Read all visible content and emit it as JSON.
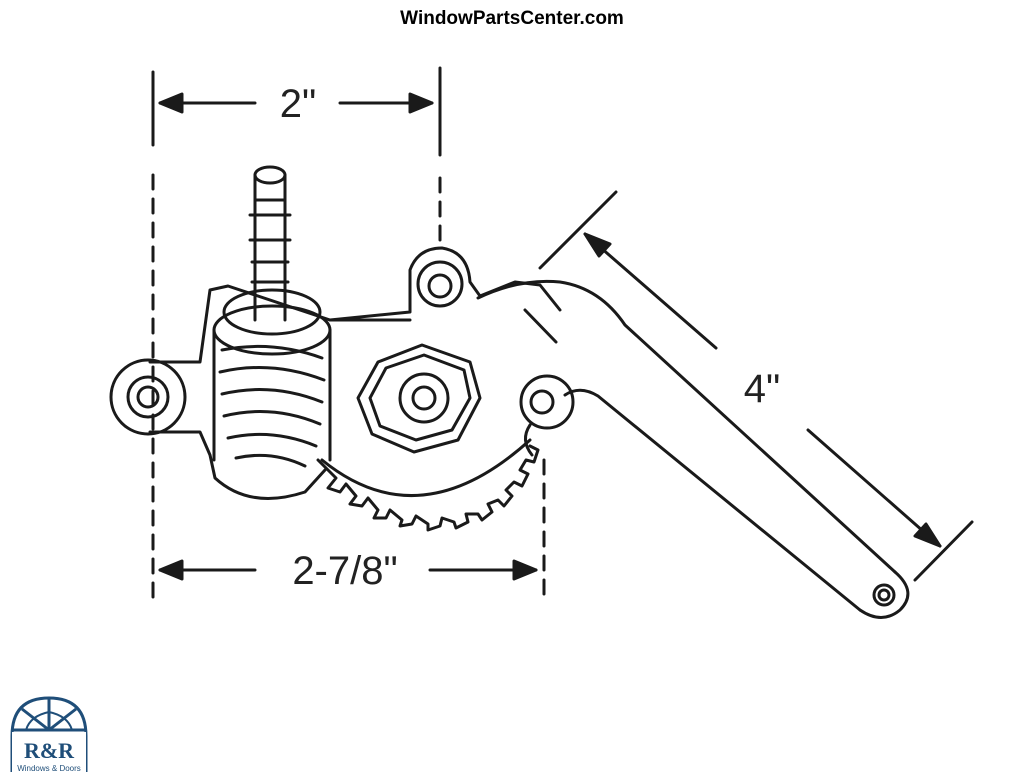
{
  "header": {
    "site_name": "WindowParts­Center.com"
  },
  "dimensions": {
    "top_width": "2\"",
    "bottom_width": "2-7/8\"",
    "arm_length": "4\""
  },
  "logo": {
    "brand": "R&R",
    "tagline": "Windows & Doors",
    "color": "#1f4e79"
  },
  "colors": {
    "line": "#1a1a1a"
  }
}
